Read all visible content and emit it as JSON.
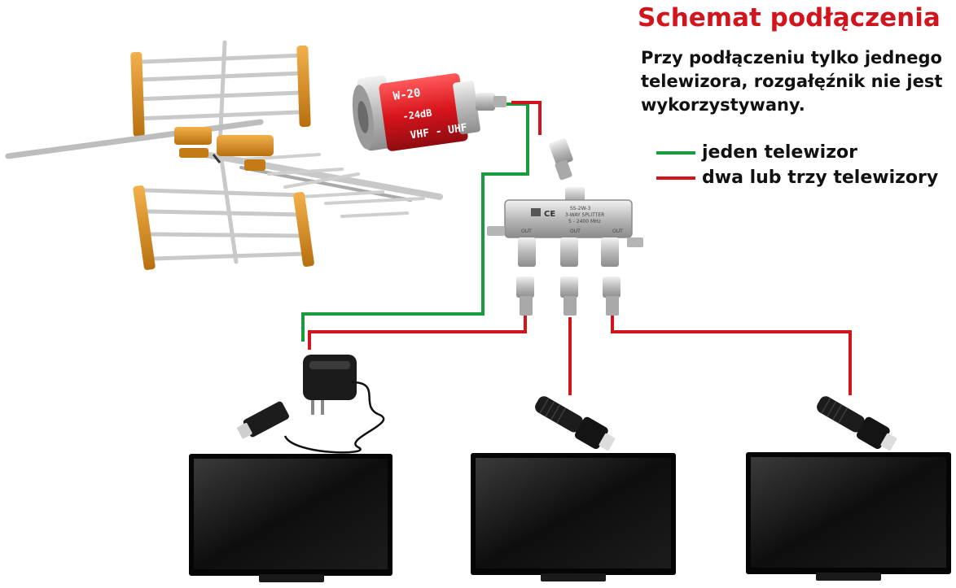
{
  "header": {
    "title": "Schemat podłączenia",
    "note_lines": [
      "Przy podłączeniu tylko jednego",
      "telewizora, rozgałęźnik nie jest",
      "wykorzystywany."
    ]
  },
  "legend": {
    "items": [
      {
        "label": "jeden telewizor",
        "color": "#1a9c3e"
      },
      {
        "label": "dwa lub trzy telewizory",
        "color": "#d2141d"
      }
    ]
  },
  "amplifier": {
    "brand": "W-20",
    "gain": "-24dB",
    "band": "VHF - UHF"
  },
  "splitter": {
    "label_line1": "SS-2W-3",
    "label_line2": "3-WAY SPLITTER",
    "label_line3": "5 - 2400 MHz",
    "out_label": "OUT"
  },
  "colors": {
    "accent_red": "#d2141d",
    "accent_green": "#1a9c3e",
    "antenna_orange": "#d98a1c"
  }
}
